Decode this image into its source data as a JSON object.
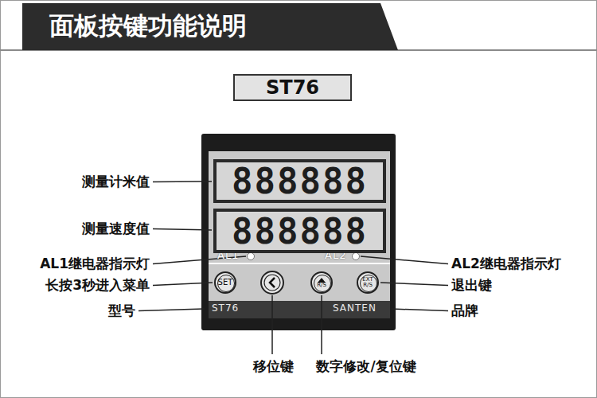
{
  "diagram": {
    "title": "面板按键功能说明",
    "nodes": [
      {
        "text": [
          "ST76"
        ]
      },
      {
        "text": [
          "AL1",
          "AL2",
          "ST76",
          "SANTEN"
        ]
      },
      {
        "text": [
          "888888"
        ],
        "in": 1
      },
      {
        "text": [
          "888888"
        ],
        "in": 1
      },
      {
        "text": [
          "SET"
        ],
        "in": 1
      },
      {
        "text": [
          "R/S"
        ],
        "in": 1
      },
      {
        "text": [
          "EXT R/S"
        ],
        "in": 1
      }
    ],
    "labels": [
      "测量计米值",
      "测量速度值",
      "AL1继电器指示灯",
      "长按3秒进入菜单",
      "型号",
      "移位键",
      "数字修改/复位键",
      "AL2继电器指示灯",
      "退出键",
      "品牌"
    ]
  }
}
